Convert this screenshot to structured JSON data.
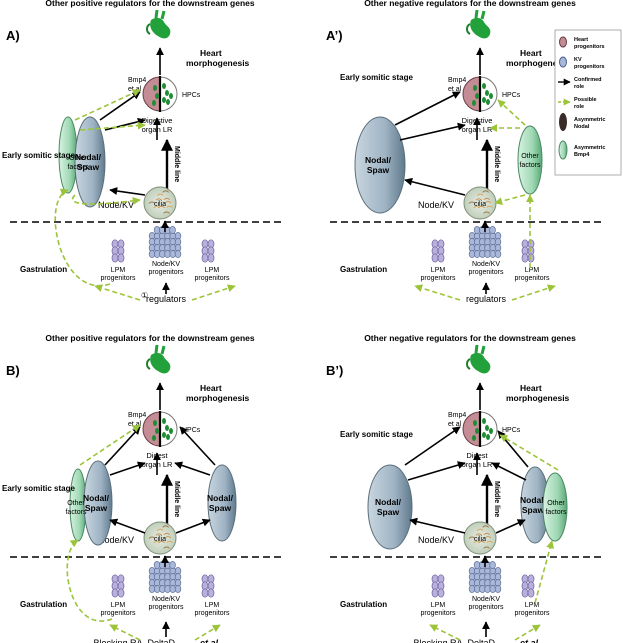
{
  "panels": [
    {
      "id": "A",
      "title": "Other positive regulators for the downstream genes",
      "letter": "A)",
      "heart": "Heart",
      "morph": "morphogenesis",
      "bmp1": "Bmp4",
      "bmp2": "et al",
      "hpcs": "HPCs",
      "stage": "Early somitic stage",
      "dig1": "Digestive",
      "dig2": "organ LR",
      "midline": "Middle line",
      "other1": "Other",
      "other2": "factors",
      "nodal1": "Nodal/",
      "nodal2": "Spaw",
      "nodekv": "Node/KV",
      "cilia": "cilia",
      "gastr": "Gastrulation",
      "lpm1": "LPM",
      "lpm2": "progenitors",
      "nodekvp1": "Node/KV",
      "nodekvp2": "progenitors",
      "reg_mark": "①",
      "regulators": "regulators"
    },
    {
      "id": "A2",
      "title": "Other negative regulators for the downstream genes",
      "letter": "A’)",
      "heart": "Heart",
      "morph": "morphogenesis",
      "bmp1": "Bmp4",
      "bmp2": "et al",
      "hpcs": "HPCs",
      "stage": "Early somitic stage",
      "dig1": "Digestive",
      "dig2": "organ LR",
      "midline": "Middle line",
      "other1": "Other",
      "other2": "factors",
      "nodal1": "Nodal/",
      "nodal2": "Spaw",
      "nodekv": "Node/KV",
      "cilia": "cilia",
      "gastr": "Gastrulation",
      "lpm1": "LPM",
      "lpm2": "progenitors",
      "nodekvp1": "Node/KV",
      "nodekvp2": "progenitors",
      "regulators": "regulators"
    },
    {
      "id": "B",
      "title": "Other positive regulators for the downstream genes",
      "letter": "B)",
      "heart": "Heart",
      "morph": "morphogenesis",
      "bmp1": "Bmp4",
      "bmp2": "et al",
      "hpcs": "HPCs",
      "stage": "Early somitic stage",
      "dig1": "Digest",
      "dig2": "organ LR",
      "midline": "Middle line",
      "other1": "Other",
      "other2": "factors",
      "nodal1": "Nodal/",
      "nodal2": "Spaw",
      "nodekv": "Node/KV",
      "cilia": "cilia",
      "gastr": "Gastrulation",
      "lpm1": "LPM",
      "lpm2": "progenitors",
      "nodekvp1": "Node/KV",
      "nodekvp2": "progenitors",
      "blocking": "Blocking RA, DeltaD",
      "etal": "et al"
    },
    {
      "id": "B2",
      "title": "Other negative regulators for the downstream genes",
      "letter": "B’)",
      "heart": "Heart",
      "morph": "morphogenesis",
      "bmp1": "Bmp4",
      "bmp2": "et al",
      "hpcs": "HPCs",
      "stage": "Early somitic stage",
      "dig1": "Digest",
      "dig2": "organ LR",
      "midline": "Middle line",
      "other1": "Other",
      "other2": "factors",
      "nodal1": "Nodal/",
      "nodal2": "Spaw",
      "nodekv": "Node/KV",
      "cilia": "cilia",
      "gastr": "Gastrulation",
      "lpm1": "LPM",
      "lpm2": "progenitors",
      "nodekvp1": "Node/KV",
      "nodekvp2": "progenitors",
      "blocking": "Blocking RA, DeltaD",
      "etal": "et al"
    }
  ],
  "legend": {
    "heart_prog_1": "Heart",
    "heart_prog_2": "progenitors",
    "kv_prog_1": "KV",
    "kv_prog_2": "progenitors",
    "confirmed_1": "Confirmed",
    "confirmed_2": "role",
    "possible_1": "Possible",
    "possible_2": "role",
    "asym_nodal_1": "Asymmetric",
    "asym_nodal_2": "Nodal",
    "asym_bmp_1": "Asymmetric",
    "asym_bmp_2": "Bmp4"
  },
  "colors": {
    "heart_green": "#22a03a",
    "pink": "#c48c94",
    "lavender": "#b9b0dc",
    "kv_blue": "#a9b8d8",
    "nodal_blue": "#9fb3c4",
    "bmp_green": "#9fd8b4",
    "dashed_green": "#9cc43a"
  }
}
